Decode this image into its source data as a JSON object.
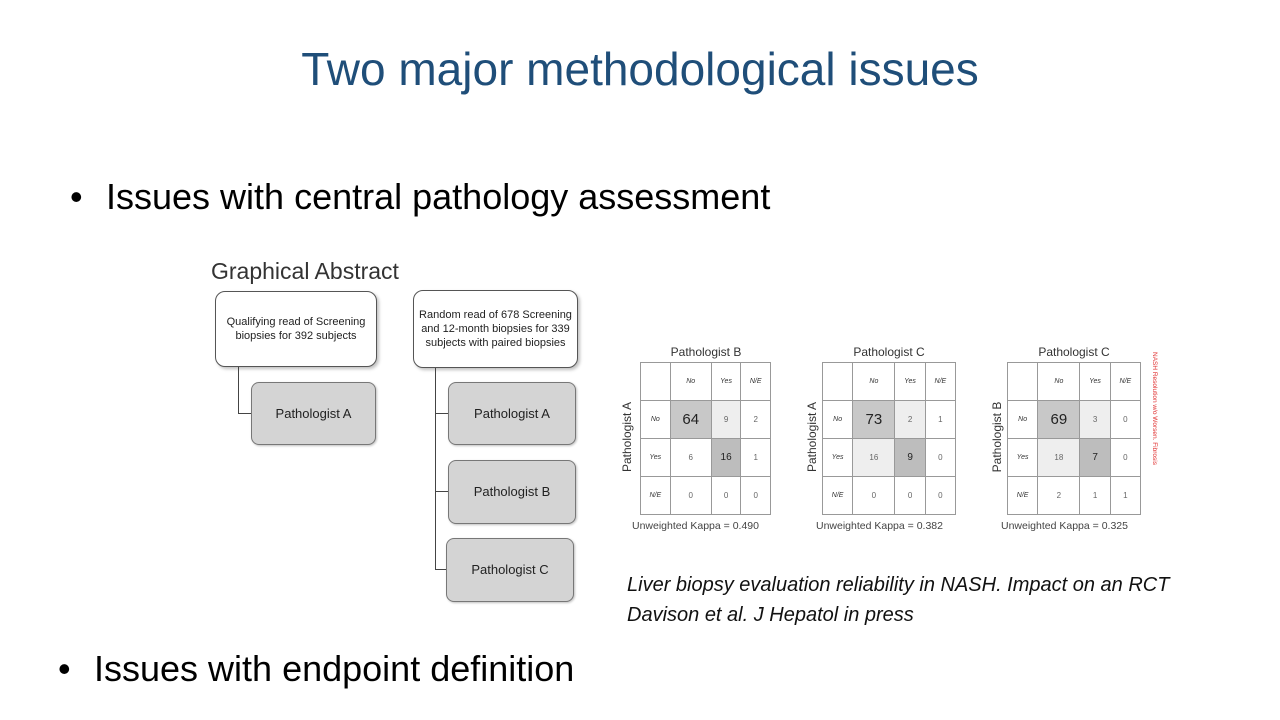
{
  "slide": {
    "title": "Two major methodological issues",
    "bullet1": "Issues with central pathology assessment",
    "bullet2": "Issues with endpoint definition",
    "bullet_char": "•"
  },
  "graphical_abstract": {
    "title": "Graphical Abstract",
    "left_box": "Qualifying read of Screening biopsies for 392 subjects",
    "right_box": "Random read of 678 Screening and 12-month biopsies for 339 subjects with paired biopsies",
    "pathologist_a": "Pathologist A",
    "pathologist_b": "Pathologist B",
    "pathologist_c": "Pathologist C"
  },
  "tables": [
    {
      "col_label": "Pathologist B",
      "row_label": "Pathologist A",
      "headers": [
        "No",
        "Yes",
        "N/E"
      ],
      "rows": [
        {
          "label": "No",
          "cells": [
            "64",
            "9",
            "2"
          ]
        },
        {
          "label": "Yes",
          "cells": [
            "6",
            "16",
            "1"
          ]
        },
        {
          "label": "N/E",
          "cells": [
            "0",
            "0",
            "0"
          ]
        }
      ],
      "kappa": "Unweighted Kappa = 0.490"
    },
    {
      "col_label": "Pathologist C",
      "row_label": "Pathologist A",
      "headers": [
        "No",
        "Yes",
        "N/E"
      ],
      "rows": [
        {
          "label": "No",
          "cells": [
            "73",
            "2",
            "1"
          ]
        },
        {
          "label": "Yes",
          "cells": [
            "16",
            "9",
            "0"
          ]
        },
        {
          "label": "N/E",
          "cells": [
            "0",
            "0",
            "0"
          ]
        }
      ],
      "kappa": "Unweighted Kappa = 0.382"
    },
    {
      "col_label": "Pathologist C",
      "row_label": "Pathologist B",
      "headers": [
        "No",
        "Yes",
        "N/E"
      ],
      "rows": [
        {
          "label": "No",
          "cells": [
            "69",
            "3",
            "0"
          ]
        },
        {
          "label": "Yes",
          "cells": [
            "18",
            "7",
            "0"
          ]
        },
        {
          "label": "N/E",
          "cells": [
            "2",
            "1",
            "1"
          ]
        }
      ],
      "kappa": "Unweighted Kappa = 0.325"
    }
  ],
  "side_note": "NASH Resolution w/o Worsen. Fibrosis",
  "citation": {
    "line1": "Liver biopsy evaluation reliability in NASH. Impact on an RCT",
    "line2": "Davison et al. J Hepatol in press"
  }
}
